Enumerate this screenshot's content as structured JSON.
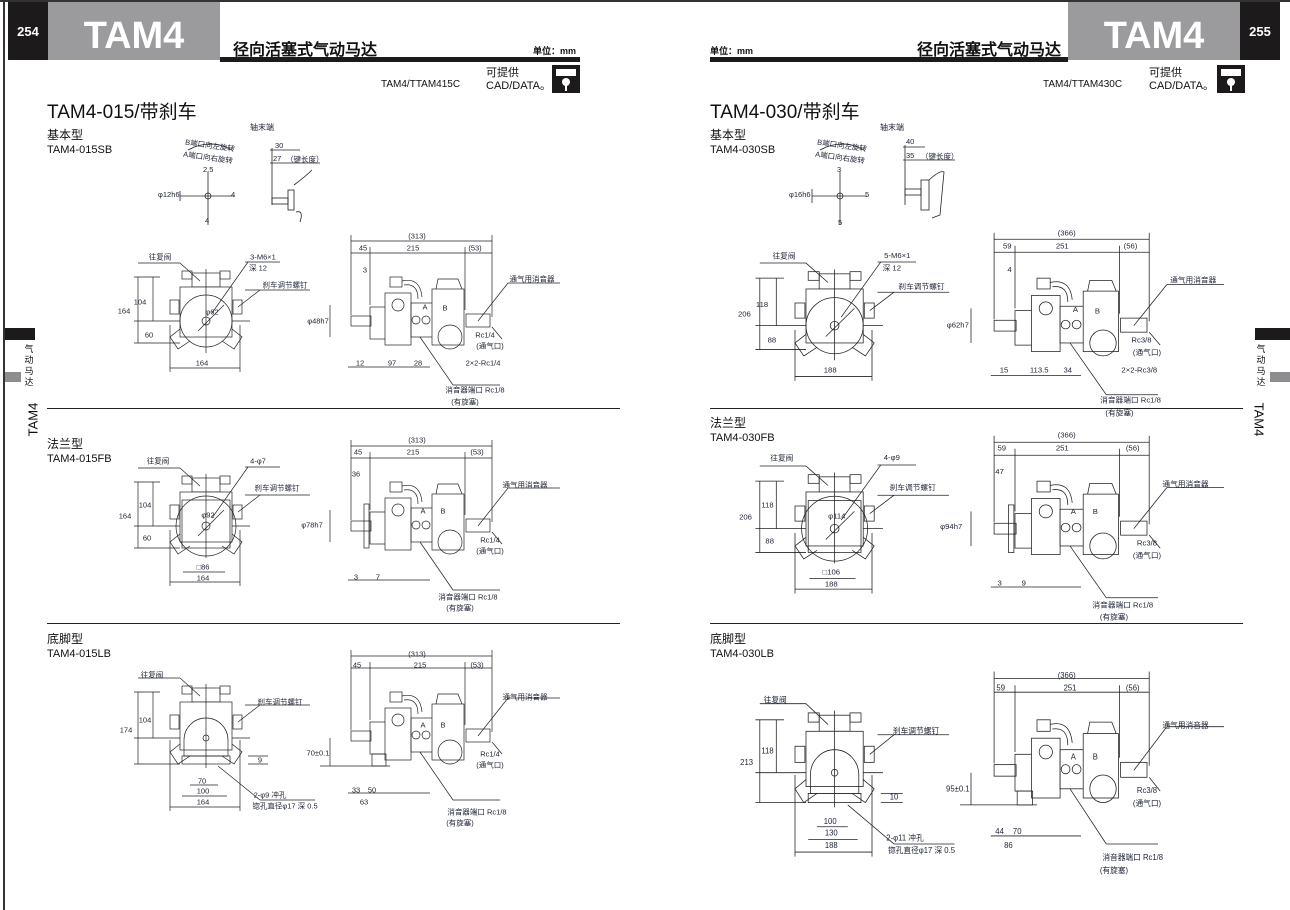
{
  "pages": [
    {
      "number": "254",
      "series": "TAM4",
      "title": "径向活塞式气动马达",
      "unit": "单位：mm",
      "cad_model": "TAM4/TTAM415C",
      "cad_text1": "可提供",
      "cad_text2": "CAD/DATA。",
      "heading": "TAM4-015/带刹车",
      "side_tab": {
        "category": "气动马达",
        "series": "TAM4"
      },
      "shaft_end": {
        "title": "轴末端",
        "rot_b": "B端口向左旋转",
        "rot_a": "A端口向右旋转",
        "key_width": "2.5",
        "shaft_dia": "φ12h6",
        "key_height": "4",
        "bottom": "4",
        "length": "30",
        "key_length": "27",
        "key_note": "（键长度）"
      },
      "sections": [
        {
          "type": "basic",
          "title": "基本型",
          "model": "TAM4-015SB",
          "dims": {
            "overall": "(313)",
            "d_left": "45",
            "d_mid": "215",
            "d_right": "(53)",
            "shaft_small": "3",
            "valve": "往复阀",
            "tap": "3-M6×1",
            "tap_depth": "深 12",
            "brake": "刹车调节螺钉",
            "muffler": "通气用消音器",
            "h_upper": "104",
            "h_total": "164",
            "h_lower": "60",
            "width": "164",
            "pcd": "φ62",
            "shaft_dia": "φ48h7",
            "port_a": "A",
            "port_b": "B",
            "vent": "Rc1/4",
            "vent_note": "(通气口)",
            "ports": "2×2-Rc1/4",
            "b1": "12",
            "b2": "97",
            "b3": "28",
            "silencer_port": "消音器端口 Rc1/8",
            "silencer_note": "(有旋塞)"
          }
        },
        {
          "type": "flange",
          "title": "法兰型",
          "model": "TAM4-015FB",
          "dims": {
            "overall": "(313)",
            "d_left": "45",
            "d_mid": "215",
            "d_right": "(53)",
            "flange_len": "36",
            "valve": "往复阀",
            "holes": "4-φ7",
            "brake": "刹车调节螺钉",
            "muffler": "通气用消音器",
            "h_upper": "104",
            "h_total": "164",
            "h_lower": "60",
            "square": "□86",
            "width": "164",
            "pcd": "φ92",
            "shaft_dia": "φ78h7",
            "port_a": "A",
            "port_b": "B",
            "vent": "Rc1/4",
            "vent_note": "(通气口)",
            "b1": "3",
            "b2": "7",
            "silencer_port": "消音器端口 Rc1/8",
            "silencer_note": "(有旋塞)"
          }
        },
        {
          "type": "foot",
          "title": "底脚型",
          "model": "TAM4-015LB",
          "dims": {
            "overall": "(313)",
            "d_left": "45",
            "d_mid": "215",
            "d_right": "(53)",
            "valve": "往复阀",
            "brake": "刹车调节螺钉",
            "muffler": "通气用消音器",
            "h_upper": "104",
            "h_total": "174",
            "foot_h": "9",
            "w1": "70",
            "w2": "100",
            "width": "164",
            "holes": "2-φ9 冲孔",
            "holes_note": "锪孔直径φ17 深 0.5",
            "center_h": "70±0.1",
            "port_a": "A",
            "port_b": "B",
            "vent": "Rc1/4",
            "vent_note": "(通气口)",
            "b1": "33",
            "b2": "50",
            "b3": "63",
            "silencer_port": "消音器端口 Rc1/8",
            "silencer_note": "(有旋塞)"
          }
        }
      ]
    },
    {
      "number": "255",
      "series": "TAM4",
      "title": "径向活塞式气动马达",
      "unit": "单位：mm",
      "cad_model": "TAM4/TTAM430C",
      "cad_text1": "可提供",
      "cad_text2": "CAD/DATA。",
      "heading": "TAM4-030/带刹车",
      "side_tab": {
        "category": "气动马达",
        "series": "TAM4"
      },
      "shaft_end": {
        "title": "轴末端",
        "rot_b": "B端口向左旋转",
        "rot_a": "A端口向右旋转",
        "key_width": "3",
        "shaft_dia": "φ16h6",
        "key_height": "5",
        "bottom": "5",
        "length": "40",
        "key_length": "35",
        "key_note": "（键长度）"
      },
      "sections": [
        {
          "type": "basic",
          "title": "基本型",
          "model": "TAM4-030SB",
          "dims": {
            "overall": "(366)",
            "d_left": "59",
            "d_mid": "251",
            "d_right": "(56)",
            "shaft_small": "4",
            "valve": "往复阀",
            "tap": "5-M6×1",
            "tap_depth": "深 12",
            "brake": "刹车调节螺钉",
            "muffler": "通气用消音器",
            "h_upper": "118",
            "h_total": "206",
            "h_lower": "88",
            "width": "188",
            "shaft_dia": "φ62h7",
            "port_a": "A",
            "port_b": "B",
            "vent": "Rc3/8",
            "vent_note": "(通气口)",
            "ports": "2×2-Rc3/8",
            "b1": "15",
            "b2": "113.5",
            "b3": "34",
            "silencer_port": "消音器端口 Rc1/8",
            "silencer_note": "(有旋塞)"
          }
        },
        {
          "type": "flange",
          "title": "法兰型",
          "model": "TAM4-030FB",
          "dims": {
            "overall": "(366)",
            "d_left": "59",
            "d_mid": "251",
            "d_right": "(56)",
            "flange_len": "47",
            "valve": "往复阀",
            "holes": "4-φ9",
            "brake": "刹车调节螺钉",
            "muffler": "通气用消音器",
            "h_upper": "118",
            "h_total": "206",
            "h_lower": "88",
            "square": "□106",
            "width": "188",
            "pcd": "φ114",
            "shaft_dia": "φ94h7",
            "port_a": "A",
            "port_b": "B",
            "vent": "Rc3/8",
            "vent_note": "(通气口)",
            "b1": "3",
            "b2": "9",
            "silencer_port": "消音器端口 Rc1/8",
            "silencer_note": "(有旋塞)"
          }
        },
        {
          "type": "foot",
          "title": "底脚型",
          "model": "TAM4-030LB",
          "dims": {
            "overall": "(366)",
            "d_left": "59",
            "d_mid": "251",
            "d_right": "(56)",
            "valve": "往复阀",
            "brake": "刹车调节螺钉",
            "muffler": "通气用消音器",
            "h_upper": "118",
            "h_total": "213",
            "foot_h": "10",
            "w1": "100",
            "w2": "130",
            "width": "188",
            "holes": "2-φ11 冲孔",
            "holes_note": "锪孔直径φ17 深 0.5",
            "center_h": "95±0.1",
            "port_a": "A",
            "port_b": "B",
            "vent": "Rc3/8",
            "vent_note": "(通气口)",
            "b1": "44",
            "b2": "70",
            "b3": "86",
            "silencer_port": "消音器端口 Rc1/8",
            "silencer_note": "(有旋塞)"
          }
        }
      ]
    }
  ]
}
